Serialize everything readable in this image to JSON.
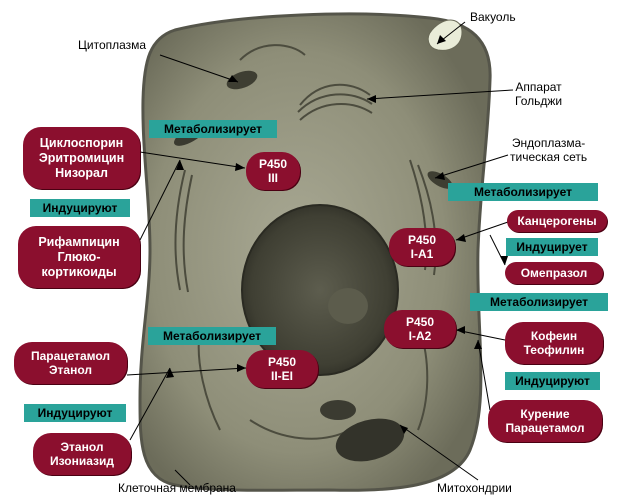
{
  "labels": {
    "cytoplasm": "Цитоплазма",
    "vacuole": "Вакуоль",
    "golgi": [
      "Аппарат",
      "Гольджи"
    ],
    "er": [
      "Эндоплазма-",
      "тическая сеть"
    ],
    "membrane": "Клеточная мембрана",
    "mito": "Митохондрии"
  },
  "teal": {
    "t1": "Метаболизирует",
    "t2": "Индуцируют",
    "t3": "Метаболизирует",
    "t4": "Индуцирует",
    "t5": "Метаболизирует",
    "t6": "Метаболизирует",
    "t7": "Индуцируют",
    "t8": "Индуцируют"
  },
  "drugs": {
    "cyclo": [
      "Циклоспорин",
      "Эритромицин",
      "Низорал"
    ],
    "rifam": [
      "Рифампицин",
      "Глюко-",
      "кортикоиды"
    ],
    "carcino": "Канцерогены",
    "omepr": "Омепразол",
    "caffeine": [
      "Кофеин",
      "Теофилин"
    ],
    "parac": [
      "Парацетамол",
      "Этанол"
    ],
    "ethanol": [
      "Этанол",
      "Изониазид"
    ],
    "smoking": [
      "Курение",
      "Парацетамол"
    ]
  },
  "enzymes": {
    "e3": [
      "P450",
      "III"
    ],
    "e1a1": [
      "P450",
      "I-A1"
    ],
    "e1a2": [
      "P450",
      "I-A2"
    ],
    "e2e1": [
      "P450",
      "II-EI"
    ]
  },
  "colors": {
    "pill": "#8b0f2e",
    "teal": "#2aa39a",
    "cell": "#8c8c78"
  }
}
